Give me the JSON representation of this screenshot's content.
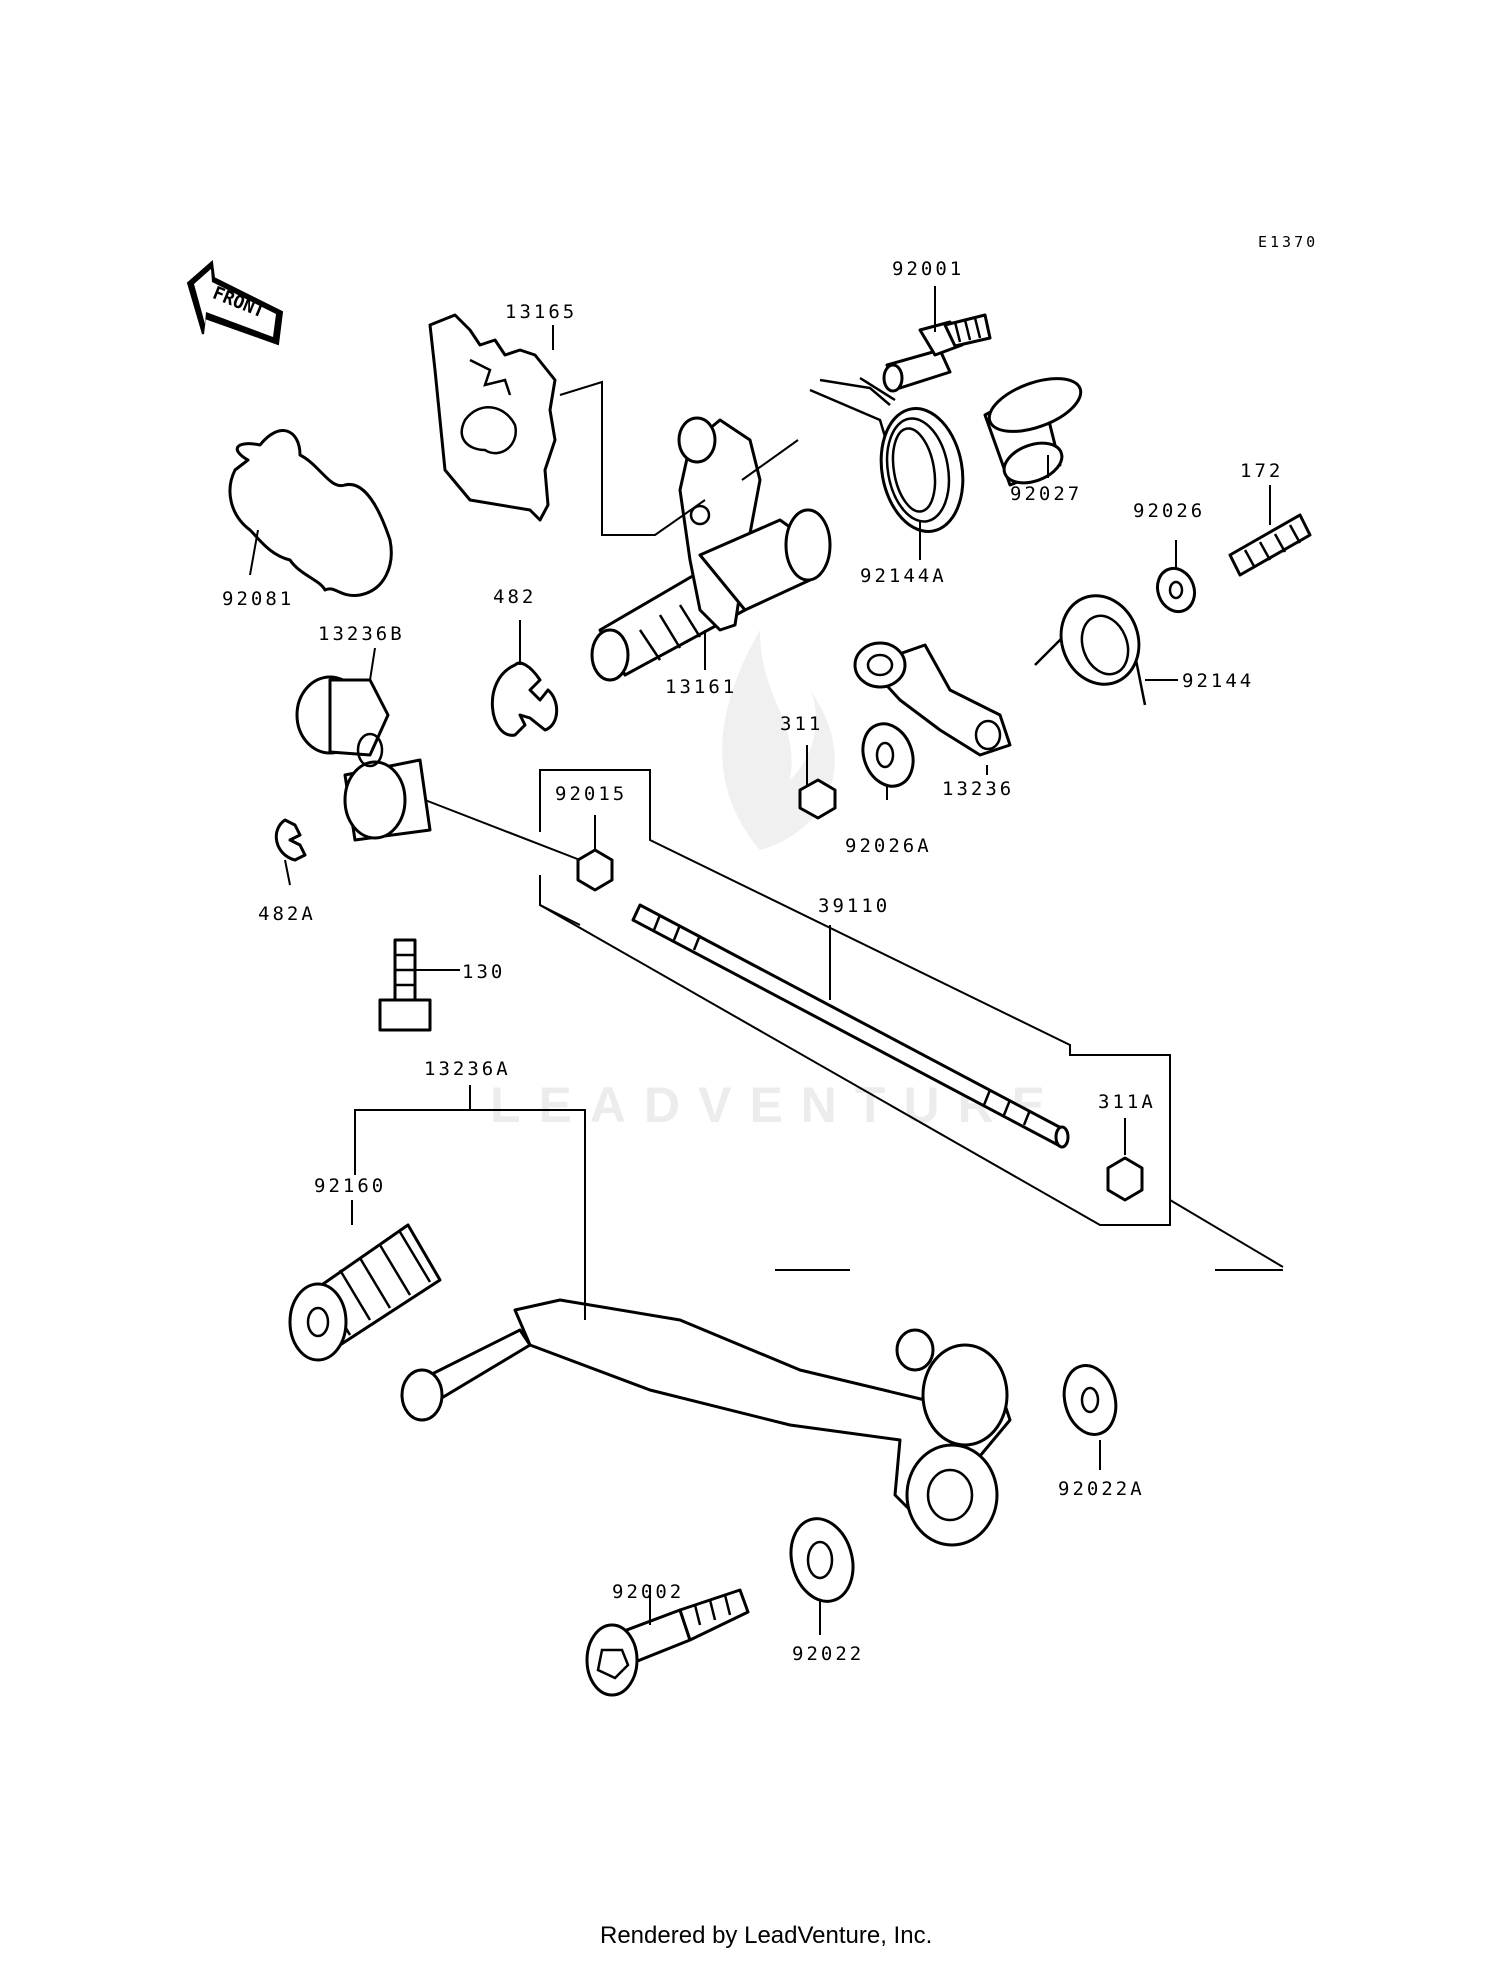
{
  "diagram_code": "E1370",
  "front_label": "FRONT",
  "watermark": "LEADVENTURE",
  "footer": "Rendered by LeadVenture, Inc.",
  "parts": {
    "p92001": "92001",
    "p13165": "13165",
    "p92027": "92027",
    "p92144A": "92144A",
    "p172": "172",
    "p92026": "92026",
    "p92081": "92081",
    "p482": "482",
    "p13236B": "13236B",
    "p13161": "13161",
    "p92144": "92144",
    "p311": "311",
    "p13236": "13236",
    "p92015": "92015",
    "p92026A": "92026A",
    "p39110": "39110",
    "p482A": "482A",
    "p130": "130",
    "p13236A": "13236A",
    "p311A": "311A",
    "p92160": "92160",
    "p92022A": "92022A",
    "p92002": "92002",
    "p92022": "92022"
  }
}
